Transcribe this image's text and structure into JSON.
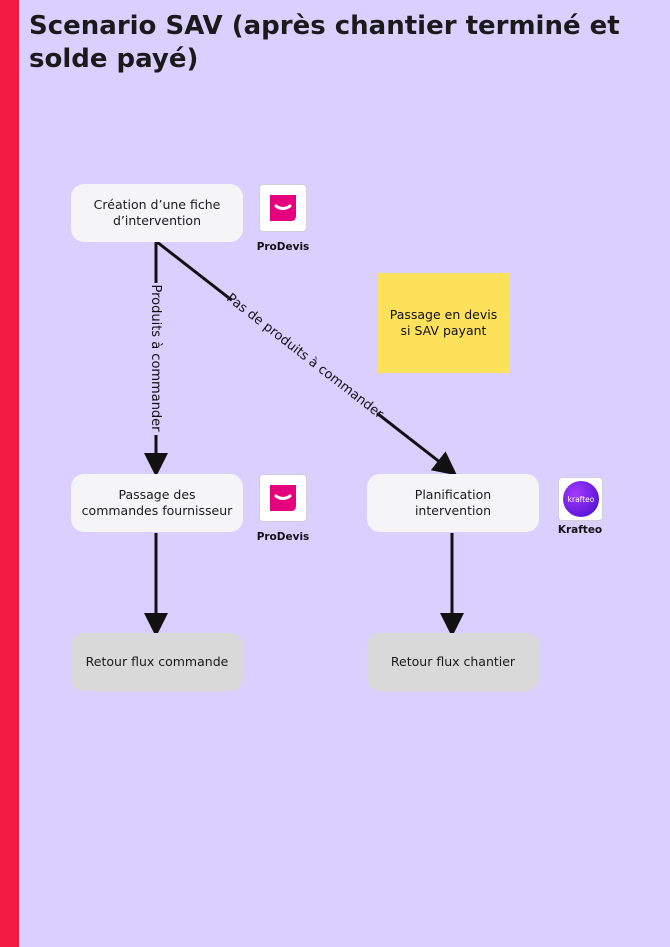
{
  "title": "Scenario SAV (après chantier terminé et solde payé)",
  "nodes": {
    "creation": "Création d’une fiche d’intervention",
    "commandes": "Passage des commandes fournisseur",
    "planification": "Planification intervention",
    "retour_commande": "Retour flux commande",
    "retour_chantier": "Retour flux chantier"
  },
  "note": "Passage en devis si SAV payant",
  "edges": {
    "produits": "Produits à commander",
    "pas_produits": "Pas de produits à commander"
  },
  "logos": {
    "prodevis_1": {
      "caption": "ProDevis",
      "icon": "prodevis-logo",
      "color": "#e5007e"
    },
    "prodevis_2": {
      "caption": "ProDevis",
      "icon": "prodevis-logo",
      "color": "#e5007e"
    },
    "krafteo": {
      "caption": "Krafteo",
      "icon": "krafteo-logo",
      "text": "krafteo",
      "color": "#7b1fe0"
    }
  },
  "colors": {
    "background": "#d9d0ff",
    "accent_bar": "#f31a43",
    "note": "#fde15b"
  }
}
